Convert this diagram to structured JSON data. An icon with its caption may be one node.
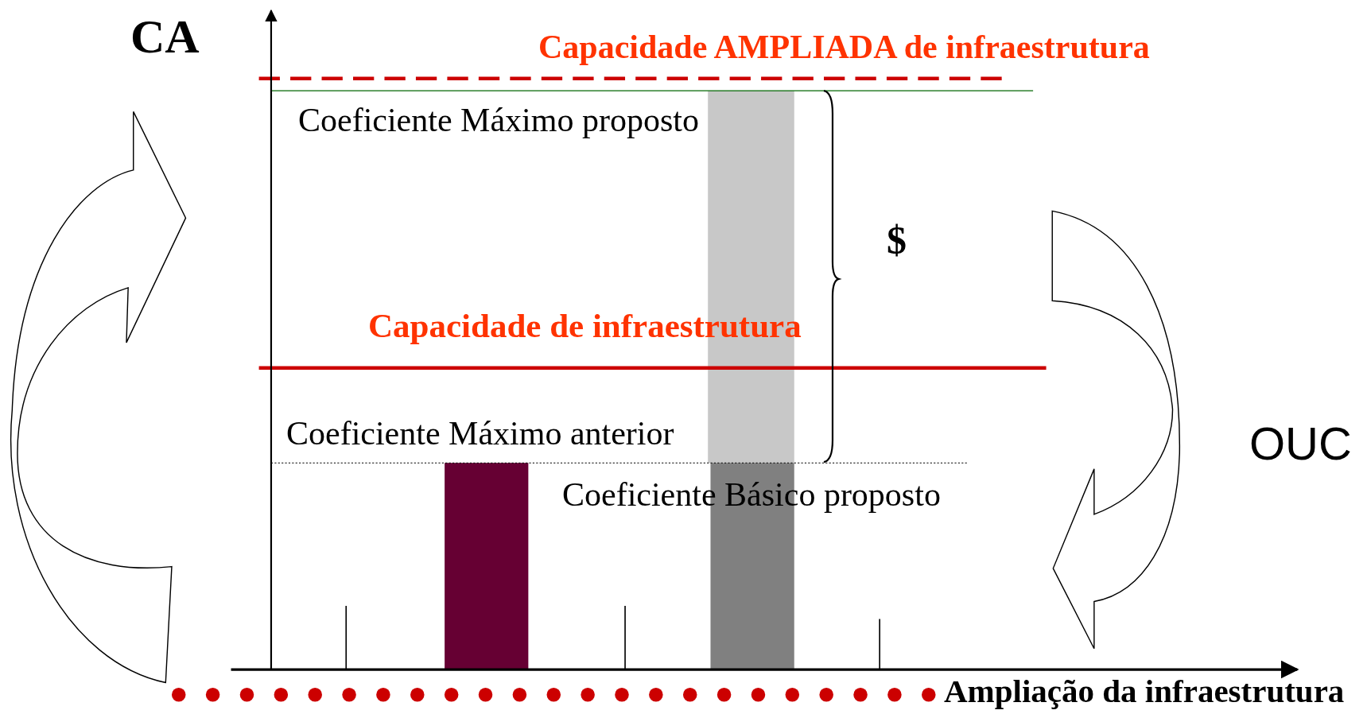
{
  "diagram": {
    "nodes": [
      {
        "text": [],
        "shape": "bar"
      },
      {
        "text": [],
        "shape": "bar"
      },
      {
        "text": [],
        "shape": "bar"
      }
    ],
    "labels": [
      "CA",
      "Capacidade AMPLIADA de infraestrutura",
      "Coeficiente Máximo proposto",
      "$",
      "Capacidade de infraestrutura",
      "Coeficiente Máximo anterior",
      "OUC",
      "Coeficiente Básico proposto",
      "Ampliação da infraestrutura"
    ]
  }
}
